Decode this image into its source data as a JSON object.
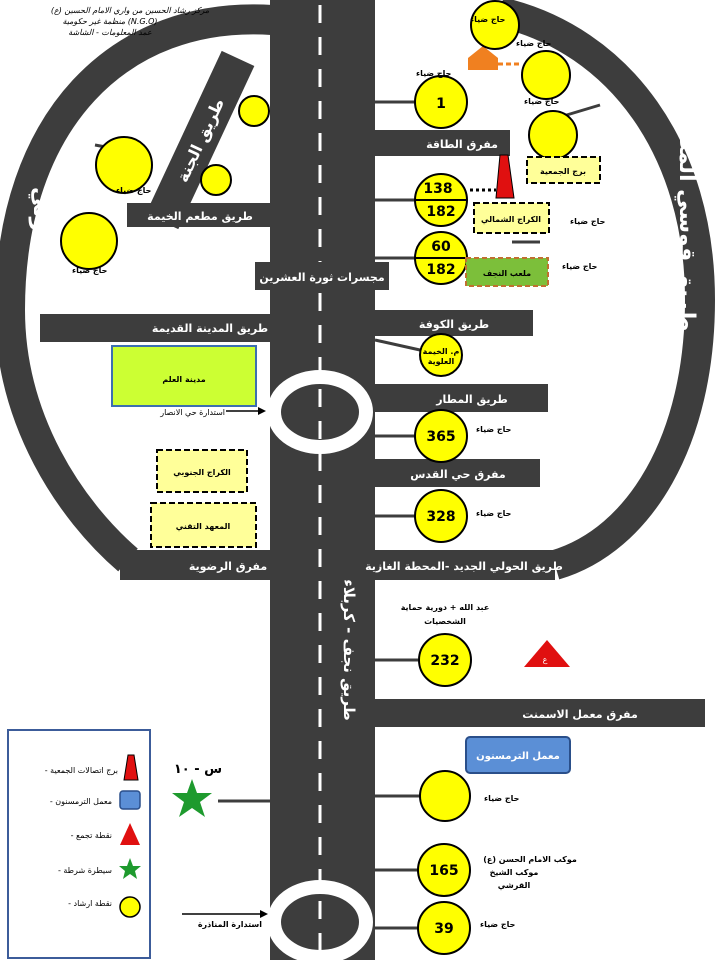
{
  "header_note": {
    "line1": "مركز رشاد الحسين من واري الامام الحسين (ع)",
    "line2": "منظمة غير حكومية (N.G.O)",
    "line3": "عمد المعلومات - الشاشة"
  },
  "ring_roads": {
    "left": "طريق الحولي",
    "right": "طريق قوسي المطار"
  },
  "main_road_label": "طريق نجف - كربلاء",
  "roads": {
    "janna": "طريق الجنة",
    "taqa": "مفرق الطاقة",
    "khaima": "طريق مطعم الخيمة",
    "jisrat": "مجسرات ثورة العشرين",
    "qadima": "طريق المدينة القديمة",
    "kufa": "طريق الكوفة",
    "matar": "طريق المطار",
    "quds": "مفرق حي القدس",
    "radawiya": "مفرق الرضوية",
    "hawli_jadid": "طريق الحولي الجديد -المحطة الغازية",
    "asmant": "مفرق معمل الاسمنت"
  },
  "boxes": {
    "madina": "مدينة العلم",
    "janoubi": "الكراج الجنوبي",
    "maahad": "المعهد التقني",
    "shamali": "الكراج الشمالي",
    "mala3ab": "ملعب النجف",
    "burj": "برج الجمعية",
    "turmusun": "معمل الترمسنون"
  },
  "arrows": {
    "ansar": "استدارة حي الانصار",
    "manathira": "استدارة المناذرة"
  },
  "haj_label": "حاج ضياء",
  "circles": {
    "c1": "1",
    "c138": "138",
    "c182a": "182",
    "c60": "60",
    "c182b": "182",
    "c365": "365",
    "c328": "328",
    "c232": "232",
    "c165": "165",
    "c39": "39",
    "kufa_line1": "م. الخيمة",
    "kufa_line2": "العلوية"
  },
  "notes": {
    "n232_line1": "عبد الله + دورية حماية",
    "n232_line2": "الشخصيات",
    "n165_line1": "موكب الامام الحسن (ع)",
    "n165_line2": "موكب الشيخ",
    "n165_line3": "القرشي"
  },
  "police_label": "س - ١٠",
  "legend": {
    "items": [
      {
        "icon": "tower-icon",
        "label": "- برج اتصالات الجمعية"
      },
      {
        "icon": "factory-icon",
        "label": "- معمل الترمسنون"
      },
      {
        "icon": "gathering-icon",
        "label": "- نقطة تجمع"
      },
      {
        "icon": "police-star-icon",
        "label": "- سيطرة شرطة"
      },
      {
        "icon": "guidance-point-icon",
        "label": "- نقطة ارشاد"
      }
    ]
  },
  "colors": {
    "road": "#3d3d3d",
    "circle_fill": "#ffff00",
    "madina_fill": "#ccff33",
    "dashed_box_fill": "#ffff99",
    "stadium_fill": "#7cbf3a",
    "factory_fill": "#5b8fd6",
    "gathering_fill": "#e01010",
    "police_star": "#1e9a2e",
    "house_fill": "#f08020"
  }
}
